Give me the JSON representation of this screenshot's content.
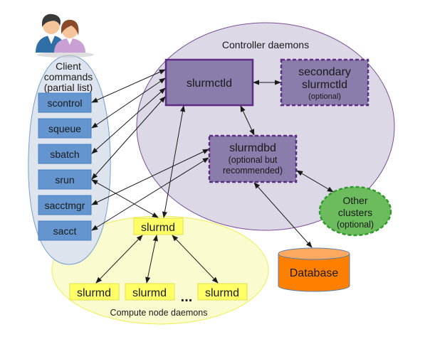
{
  "diagram": {
    "client_group": {
      "title_lines": [
        "Client",
        "commands",
        "(partial list)"
      ],
      "commands": [
        "scontrol",
        "squeue",
        "sbatch",
        "srun",
        "sacctmgr",
        "sacct"
      ],
      "icon": "users-icon"
    },
    "controller_group": {
      "title": "Controller daemons",
      "slurmctld": {
        "label": "slurmctld"
      },
      "secondary": {
        "lines": [
          "secondary",
          "slurmctld"
        ],
        "note": "(optional)"
      },
      "slurmdbd": {
        "label": "slurmdbd",
        "note_lines": [
          "(optional but",
          "recommended)"
        ]
      }
    },
    "compute_group": {
      "title": "Compute node daemons",
      "top_node": "slurmd",
      "nodes": [
        "slurmd",
        "slurmd",
        "slurmd"
      ],
      "ellipsis": "..."
    },
    "other_clusters": {
      "lines": [
        "Other",
        "clusters",
        "(optional)"
      ]
    },
    "database": {
      "label": "Database"
    },
    "colors": {
      "client_ellipse": "#dde4ee",
      "client_stroke": "#729fcf",
      "command_box": "#6495cf",
      "controller_ellipse": "#dcd8e6",
      "controller_stroke": "#7b4f96",
      "daemon_box": "#8a7dab",
      "daemon_stroke": "#5c2d82",
      "compute_ellipse": "#fbfbd0",
      "compute_stroke": "#f0ef60",
      "slurmd_box": "#ffff66",
      "slurmd_stroke": "#e6e64d",
      "other_fill": "#6cbb5c",
      "other_stroke": "#2e9a2e",
      "db_fill": "#ff8000",
      "db_top": "#ffaa60"
    }
  }
}
